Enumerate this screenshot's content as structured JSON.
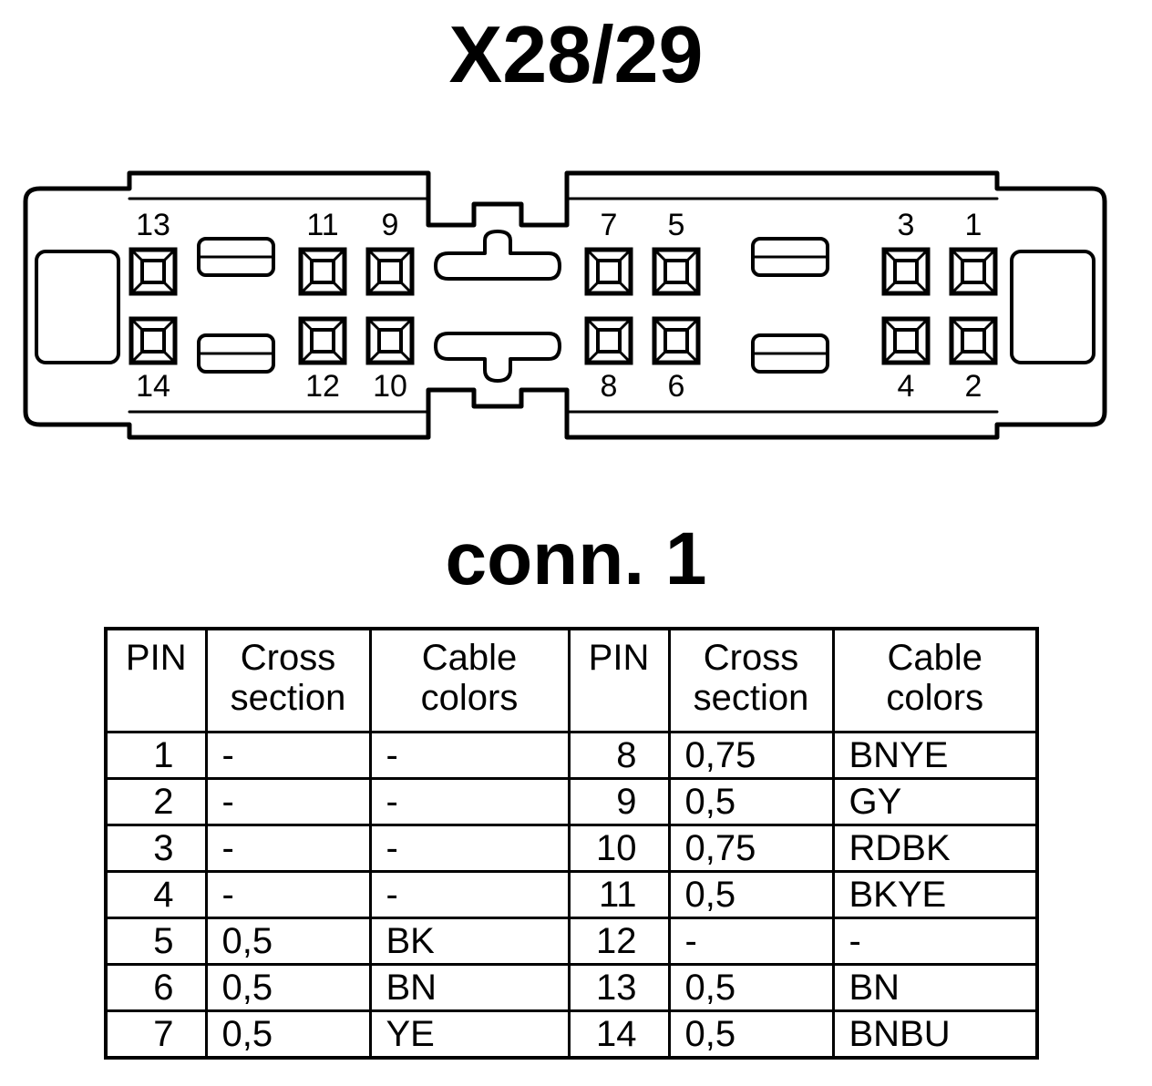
{
  "title": "X28/29",
  "subtitle": "conn. 1",
  "connector": {
    "top_row": [
      {
        "label": "13",
        "col": "c13"
      },
      {
        "label": "11",
        "col": "c11"
      },
      {
        "label": "9",
        "col": "c9"
      },
      {
        "label": "7",
        "col": "c7"
      },
      {
        "label": "5",
        "col": "c5"
      },
      {
        "label": "3",
        "col": "c3"
      },
      {
        "label": "1",
        "col": "c1"
      }
    ],
    "bottom_row": [
      {
        "label": "14",
        "col": "c13"
      },
      {
        "label": "12",
        "col": "c11"
      },
      {
        "label": "10",
        "col": "c9"
      },
      {
        "label": "8",
        "col": "c7"
      },
      {
        "label": "6",
        "col": "c5"
      },
      {
        "label": "4",
        "col": "c3"
      },
      {
        "label": "2",
        "col": "c1"
      }
    ]
  },
  "table": {
    "headers": [
      [
        "PIN"
      ],
      [
        "Cross",
        "section"
      ],
      [
        "Cable",
        "colors"
      ],
      [
        "PIN"
      ],
      [
        "Cross",
        "section"
      ],
      [
        "Cable",
        "colors"
      ]
    ],
    "rows": [
      [
        "1",
        "-",
        "-",
        "8",
        "0,75",
        "BNYE"
      ],
      [
        "2",
        "-",
        "-",
        "9",
        "0,5",
        "GY"
      ],
      [
        "3",
        "-",
        "-",
        "10",
        "0,75",
        "RDBK"
      ],
      [
        "4",
        "-",
        "-",
        "11",
        "0,5",
        "BKYE"
      ],
      [
        "5",
        "0,5",
        "BK",
        "12",
        "-",
        "-"
      ],
      [
        "6",
        "0,5",
        "BN",
        "13",
        "0,5",
        "BN"
      ],
      [
        "7",
        "0,5",
        "YE",
        "14",
        "0,5",
        "BNBU"
      ]
    ]
  }
}
